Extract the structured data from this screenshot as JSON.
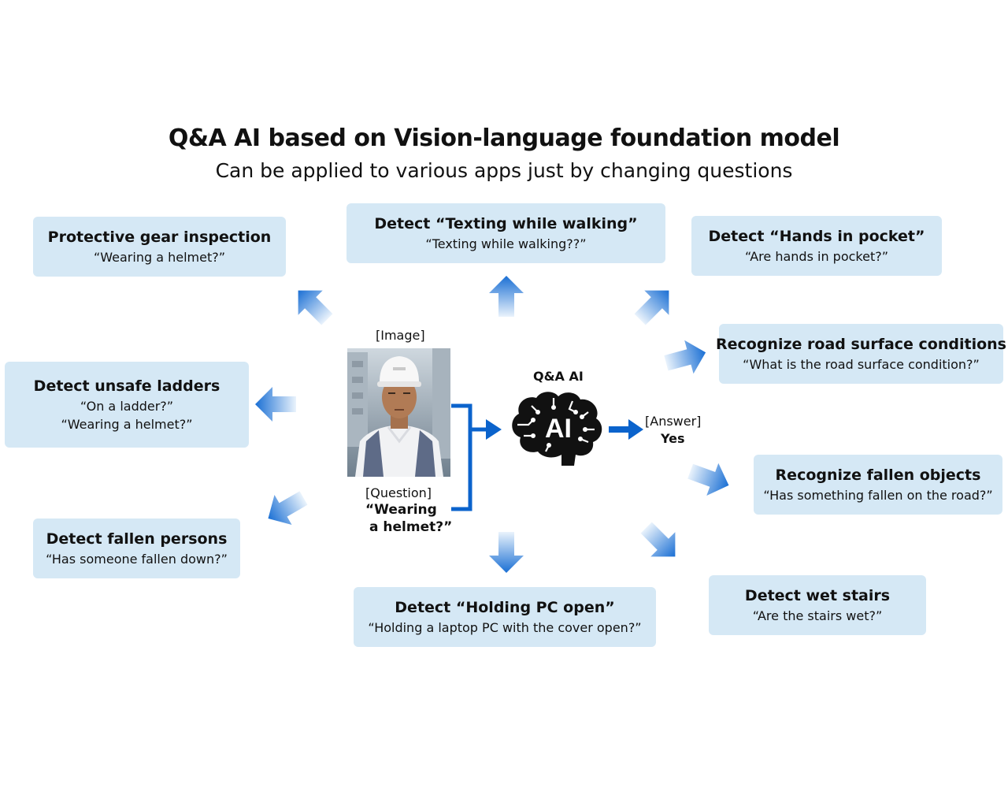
{
  "header": {
    "title": "Q&A AI based on Vision-language foundation model",
    "subtitle": "Can be applied to various apps just by changing questions"
  },
  "apps": [
    {
      "title": "Protective gear inspection",
      "questions": [
        "“Wearing a helmet?”"
      ]
    },
    {
      "title": "Detect “Texting while walking”",
      "questions": [
        "“Texting while walking??”"
      ]
    },
    {
      "title": "Detect “Hands in pocket”",
      "questions": [
        "“Are hands in pocket?”"
      ]
    },
    {
      "title": "Recognize road surface conditions",
      "questions": [
        "“What is the road surface condition?”"
      ]
    },
    {
      "title": "Detect unsafe ladders",
      "questions": [
        "“On a ladder?”",
        "“Wearing a helmet?”"
      ]
    },
    {
      "title": "Recognize fallen objects",
      "questions": [
        "“Has something fallen on the road?”"
      ]
    },
    {
      "title": "Detect fallen persons",
      "questions": [
        "“Has someone fallen down?”"
      ]
    },
    {
      "title": "Detect “Holding PC open”",
      "questions": [
        "“Holding a laptop PC with the cover open?”"
      ]
    },
    {
      "title": "Detect wet stairs",
      "questions": [
        "“Are the stairs wet?”"
      ]
    }
  ],
  "center": {
    "image_label": "[Image]",
    "question_label": "[Question]",
    "question_text_line1": "“Wearing",
    "question_text_line2": "a helmet?”",
    "ai_label": "Q&A AI",
    "ai_icon_text": "AI",
    "answer_label": "[Answer]",
    "answer_value": "Yes"
  },
  "colors": {
    "box_bg": "#d5e8f5",
    "arrow_blue": "#1a6fd4",
    "connector_blue": "#0b63cc",
    "brain": "#111111"
  },
  "icons": {
    "brain": "brain-icon",
    "photo": "worker-photo"
  }
}
